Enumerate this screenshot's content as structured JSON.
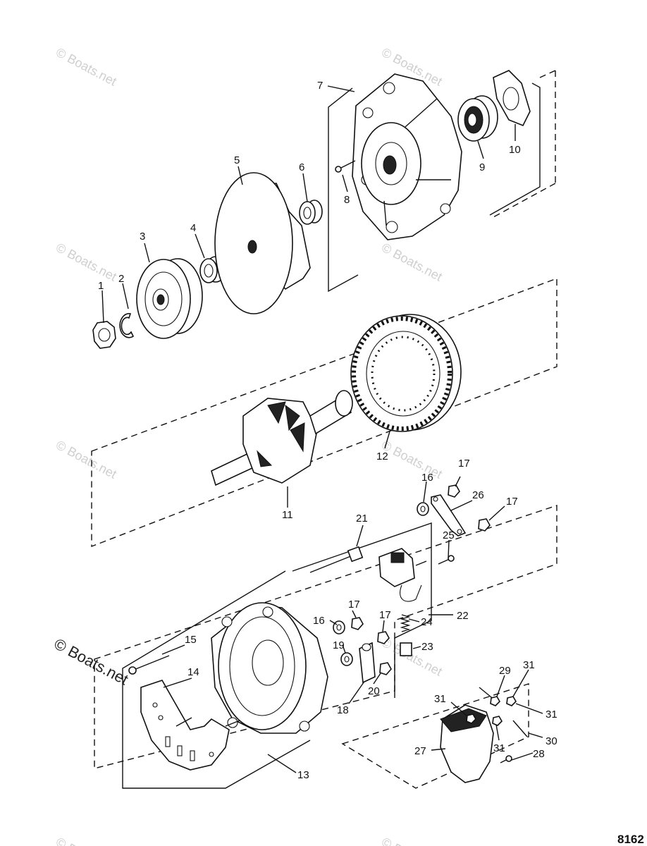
{
  "diagram": {
    "figure_number": "8162",
    "watermark": "© Boats.net",
    "callouts": [
      "1",
      "2",
      "3",
      "4",
      "5",
      "6",
      "7",
      "8",
      "9",
      "10",
      "11",
      "12",
      "13",
      "14",
      "15",
      "16",
      "16",
      "17",
      "17",
      "17",
      "17",
      "18",
      "19",
      "20",
      "21",
      "22",
      "23",
      "24",
      "25",
      "26",
      "27",
      "28",
      "29",
      "30",
      "31",
      "31",
      "31",
      "31"
    ]
  }
}
